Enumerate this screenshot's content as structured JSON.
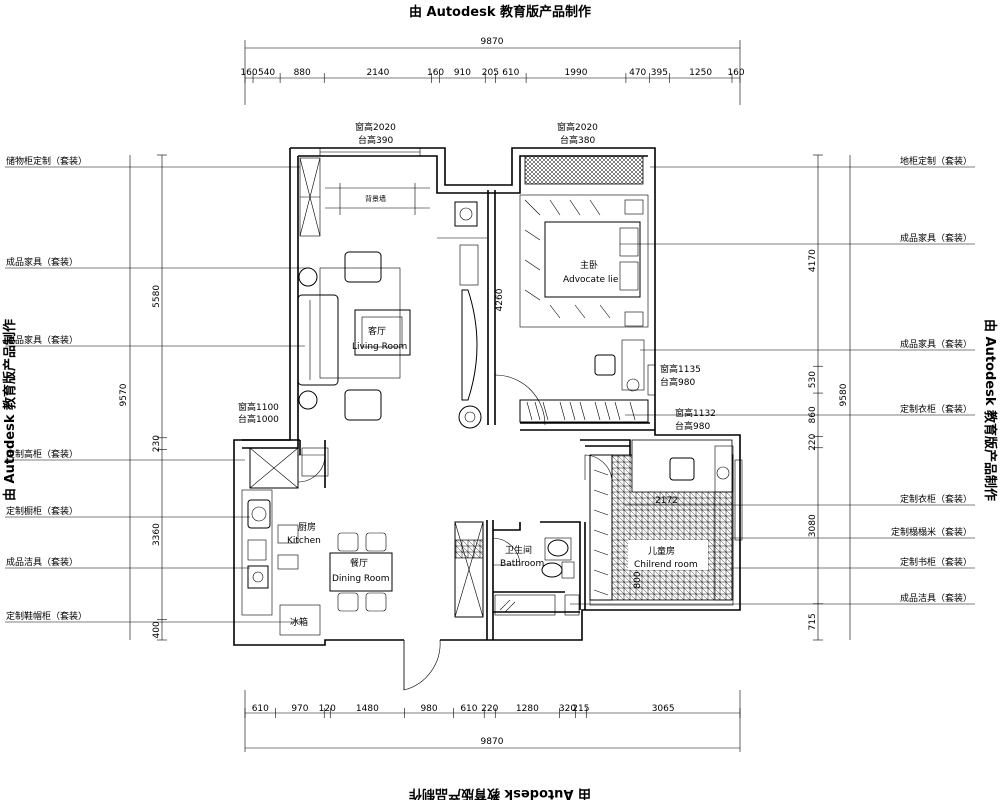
{
  "watermark": "由 Autodesk 教育版产品制作",
  "dims": {
    "top_total": "9870",
    "top": [
      "160",
      "540",
      "880",
      "2140",
      "160",
      "910",
      "205",
      "610",
      "1990",
      "470",
      "395",
      "1250",
      "160"
    ],
    "bottom": [
      "610",
      "970",
      "120",
      "1480",
      "980",
      "610",
      "220",
      "1280",
      "320",
      "215",
      "3065"
    ],
    "bottom_total": "9870",
    "left_total": "9570",
    "left": [
      "5580",
      "230",
      "3360",
      "400"
    ],
    "right_total": "9580",
    "right": [
      "4170",
      "530",
      "860",
      "220",
      "3080",
      "715"
    ],
    "bedroom_depth": "4260",
    "child_width": "2172",
    "child_depth": "800"
  },
  "windows": {
    "living": [
      "窗高2020",
      "台高390"
    ],
    "master": [
      "窗高2020",
      "台高380"
    ],
    "kitchen": [
      "窗高1100",
      "台高1000"
    ],
    "bed_side": [
      "窗高1135",
      "台高980"
    ],
    "child": [
      "窗高1132",
      "台高980"
    ]
  },
  "left_callouts": [
    "储物柜定制（套装）",
    "成品家具（套装）",
    "成品家具（套装）",
    "定制高柜（套装）",
    "定制橱柜（套装）",
    "成品洁具（套装）",
    "定制鞋帽柜（套装）"
  ],
  "right_callouts": [
    "地柜定制（套装）",
    "成品家具（套装）",
    "成品家具（套装）",
    "定制衣柜（套装）",
    "定制衣柜（套装）",
    "定制榻榻米（套装）",
    "定制书柜（套装）",
    "成品洁具（套装）"
  ],
  "rooms": {
    "tv_wall": "背景墙",
    "living_cn": "客厅",
    "living_en": "Living Room",
    "master_cn": "主卧",
    "master_en": "Advocate lie",
    "kitchen_cn": "厨房",
    "kitchen_en": "Kitchen",
    "dining_cn": "餐厅",
    "dining_en": "Dining Room",
    "bath_cn": "卫生间",
    "bath_en": "Bathroom",
    "child_cn": "儿童房",
    "child_en": "Chilrend room",
    "fridge": "冰箱"
  }
}
